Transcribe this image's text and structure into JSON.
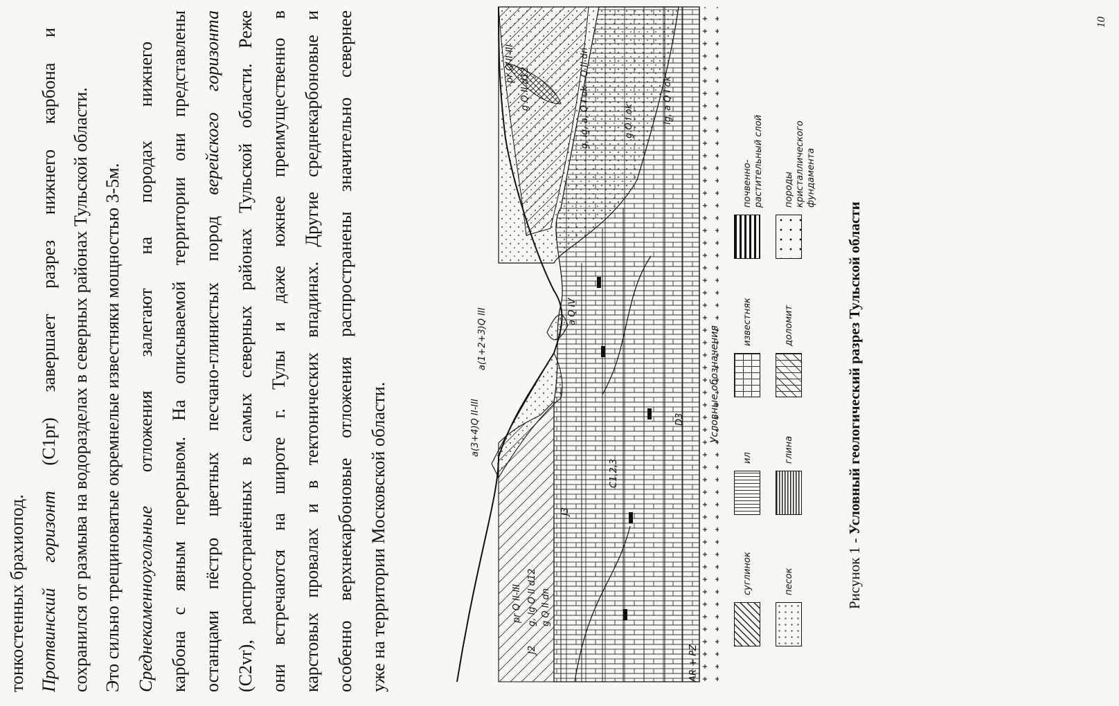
{
  "page": {
    "number": "10",
    "lines": [
      {
        "text": "тонкостенных брахиопод."
      },
      {
        "italic": "Протвинский горизонт",
        "text": " (C1pr) завершает разрез нижнего карбона и"
      },
      {
        "text": "сохранился от размыва на водоразделах в северных районах Тульской области."
      },
      {
        "text": "Это сильно трещиноватые окремнелые известняки мощностью 3-5м."
      },
      {
        "italic": "Среднекаменноугольные",
        "text": " отложения залегают на породах нижнего"
      },
      {
        "text": "карбона с явным перерывом. На описываемой территории они представлены"
      },
      {
        "text": "останцами пёстро цветных песчано-глинистых пород ",
        "italic2": "верейского горизонта"
      },
      {
        "text": "(C2vr), распространённых в самых северных районах Тульской области. Реже"
      },
      {
        "text": "они встречаются на широте г. Тулы и даже южнее преимущественно в"
      },
      {
        "text": "карстовых провалах и в тектонических впадинах. Другие среднекарбоновые и"
      },
      {
        "text": "особенно верхнекарбоновые отложения распространены значительно севернее"
      },
      {
        "text": "уже на территории Московской области."
      }
    ],
    "caption_prefix": "Рисунок 1 - ",
    "caption_bold": "Условный геологический разрез Тульской области"
  },
  "figure": {
    "legend_title": "Условные обозначения",
    "legend": [
      {
        "label": "суглинок",
        "pattern": "hatch"
      },
      {
        "label": "песок",
        "pattern": "dots"
      },
      {
        "label": "ил",
        "pattern": "wavy"
      },
      {
        "label": "глина",
        "pattern": "vlines"
      },
      {
        "label": "известняк",
        "pattern": "brick"
      },
      {
        "label": "доломит",
        "pattern": "brickdiag"
      },
      {
        "label": "почвенно-растительный слой",
        "pattern": "soil"
      },
      {
        "label": "породы кристаллического фундамента",
        "pattern": "cross"
      }
    ],
    "labels": {
      "basement": "AR + PZ",
      "l1": "pr Q II-III",
      "l2": "g, lg Q II d12",
      "l3": "g Q II dn",
      "l4": "J2",
      "l5": "J3",
      "l6": "C1,2,3",
      "l7": "D3",
      "l8": "a(3+4)Q II-III",
      "l9": "a(1+2+3)Q III",
      "l10": "a Q IV",
      "r1": "pr Q II-III",
      "r2": "g Q II d12",
      "r3": "g, lg, a, Q I ok - Q II dn",
      "r4": "g Q I ok",
      "r5": "lg, a Q I ok"
    }
  }
}
